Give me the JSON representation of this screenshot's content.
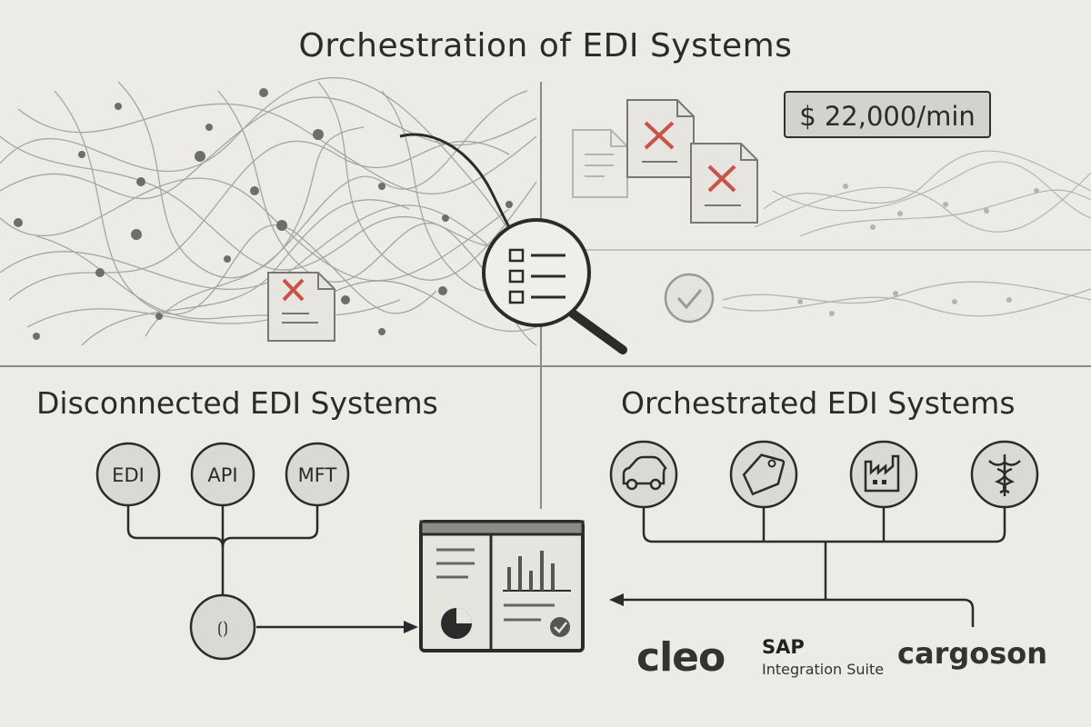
{
  "title": "Orchestration of EDI Systems",
  "price_badge": "$ 22,000/min",
  "sections": {
    "left": "Disconnected EDI Systems",
    "right": "Orchestrated EDI Systems"
  },
  "protocol_nodes": [
    "EDI",
    "API",
    "MFT"
  ],
  "hub_glyph": "⟮⟯",
  "industry_icons": [
    "car-icon",
    "tag-icon",
    "factory-icon",
    "caduceus-icon"
  ],
  "logos": {
    "cleo": "cleo",
    "sap": "SAP",
    "sap_subtitle": "Integration Suite",
    "cargoson": "cargoson"
  },
  "colors": {
    "background": "#ecebe6",
    "ink": "#2b2b2b",
    "error": "#c9524a",
    "line_faint": "#8e8e8a",
    "badge": "#d3d2cc"
  }
}
